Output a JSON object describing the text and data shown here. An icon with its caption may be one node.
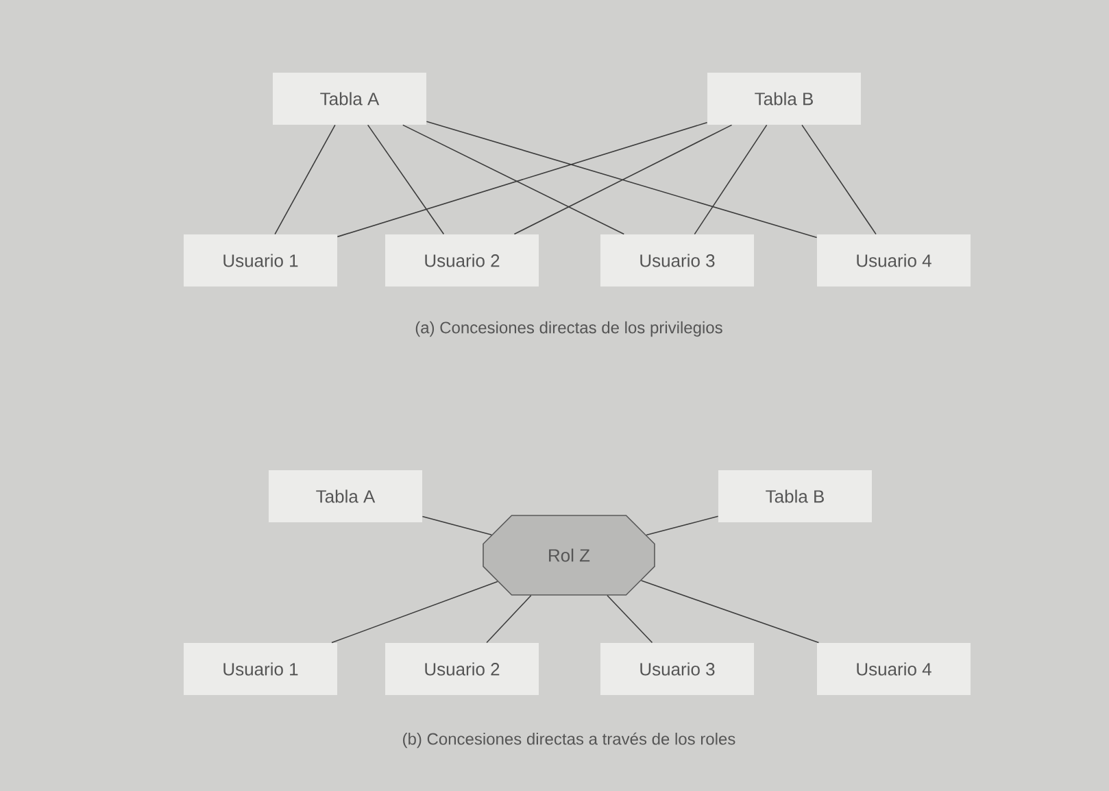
{
  "diagram": {
    "nodes": [
      {
        "text": [
          "Tabla A"
        ]
      },
      {
        "text": [
          "Tabla B"
        ]
      },
      {
        "text": [
          "Usuario 1"
        ]
      },
      {
        "text": [
          "Usuario 2"
        ]
      },
      {
        "text": [
          "Usuario 3"
        ]
      },
      {
        "text": [
          "Usuario 4"
        ]
      },
      {
        "text": [
          "Tabla A"
        ]
      },
      {
        "text": [
          "Tabla B"
        ]
      },
      {
        "text": [
          "Rol Z"
        ]
      },
      {
        "text": [
          "Usuario 1"
        ]
      },
      {
        "text": [
          "Usuario 2"
        ]
      },
      {
        "text": [
          "Usuario 3"
        ]
      },
      {
        "text": [
          "Usuario 4"
        ]
      }
    ],
    "edges": [
      {
        "from": 0,
        "to": 2,
        "arrow": "none"
      },
      {
        "from": 0,
        "to": 3,
        "arrow": "none"
      },
      {
        "from": 0,
        "to": 4,
        "arrow": "none"
      },
      {
        "from": 0,
        "to": 5,
        "arrow": "none"
      },
      {
        "from": 1,
        "to": 2,
        "arrow": "none"
      },
      {
        "from": 1,
        "to": 3,
        "arrow": "none"
      },
      {
        "from": 1,
        "to": 4,
        "arrow": "none"
      },
      {
        "from": 1,
        "to": 5,
        "arrow": "none"
      },
      {
        "from": 6,
        "to": 8,
        "arrow": "none"
      },
      {
        "from": 7,
        "to": 8,
        "arrow": "none"
      },
      {
        "from": 8,
        "to": 9,
        "arrow": "none"
      },
      {
        "from": 8,
        "to": 10,
        "arrow": "none"
      },
      {
        "from": 8,
        "to": 11,
        "arrow": "none"
      },
      {
        "from": 8,
        "to": 12,
        "arrow": "none"
      }
    ],
    "labels": [
      "(a) Concesiones directas de los privilegios",
      "(b) Concesiones directas a través de los roles"
    ]
  }
}
